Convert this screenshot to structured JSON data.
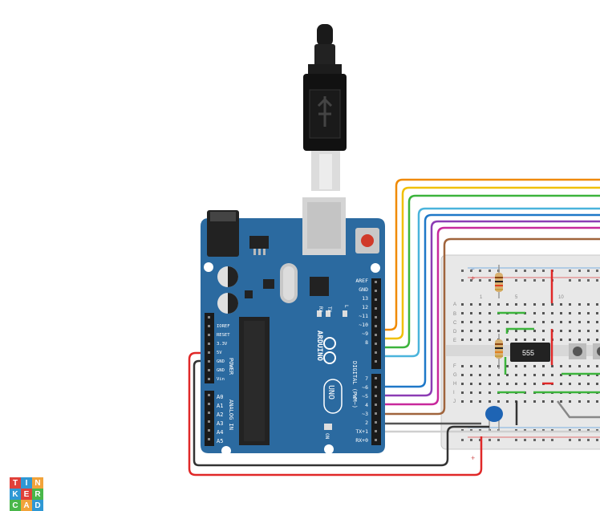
{
  "board": {
    "brand": "ARDUINO",
    "model": "UNO",
    "header_digital": "DIGITAL (PWM~)",
    "header_power": "POWER",
    "header_analog": "ANALOG IN",
    "on_label": "ON",
    "rx": "RX",
    "tx": "TX",
    "l": "L",
    "top_pins": [
      "AREF",
      "GND",
      "13",
      "12",
      "~11",
      "~10",
      "~9",
      "8"
    ],
    "bottom_pins": [
      "7",
      "~6",
      "~5",
      "4",
      "~3",
      "2",
      "TX+1",
      "RX+0"
    ],
    "power_pins": [
      "IOREF",
      "RESET",
      "3.3V",
      "5V",
      "GND",
      "GND",
      "Vin"
    ],
    "analog_pins": [
      "A0",
      "A1",
      "A2",
      "A3",
      "A4",
      "A5"
    ]
  },
  "breadboard": {
    "col_marks": [
      "1",
      "5",
      "10"
    ],
    "row_letters_top": [
      "A",
      "B",
      "C",
      "D",
      "E"
    ],
    "row_letters_bottom": [
      "F",
      "G",
      "H",
      "I",
      "J"
    ],
    "ic_label": "555"
  },
  "colors": {
    "board": "#2b6aa0",
    "wire_orange": "#f08a00",
    "wire_yellow": "#f0c000",
    "wire_green": "#3cb43c",
    "wire_cyan": "#4ab4dc",
    "wire_blue": "#1e78c8",
    "wire_purple": "#8c3cb4",
    "wire_magenta": "#c8289c",
    "wire_brown": "#a0643c",
    "wire_red": "#e02828",
    "wire_black": "#333333",
    "wire_grey": "#555555"
  },
  "logo": {
    "letters": [
      "T",
      "I",
      "N",
      "K",
      "E",
      "R",
      "C",
      "A",
      "D"
    ]
  }
}
